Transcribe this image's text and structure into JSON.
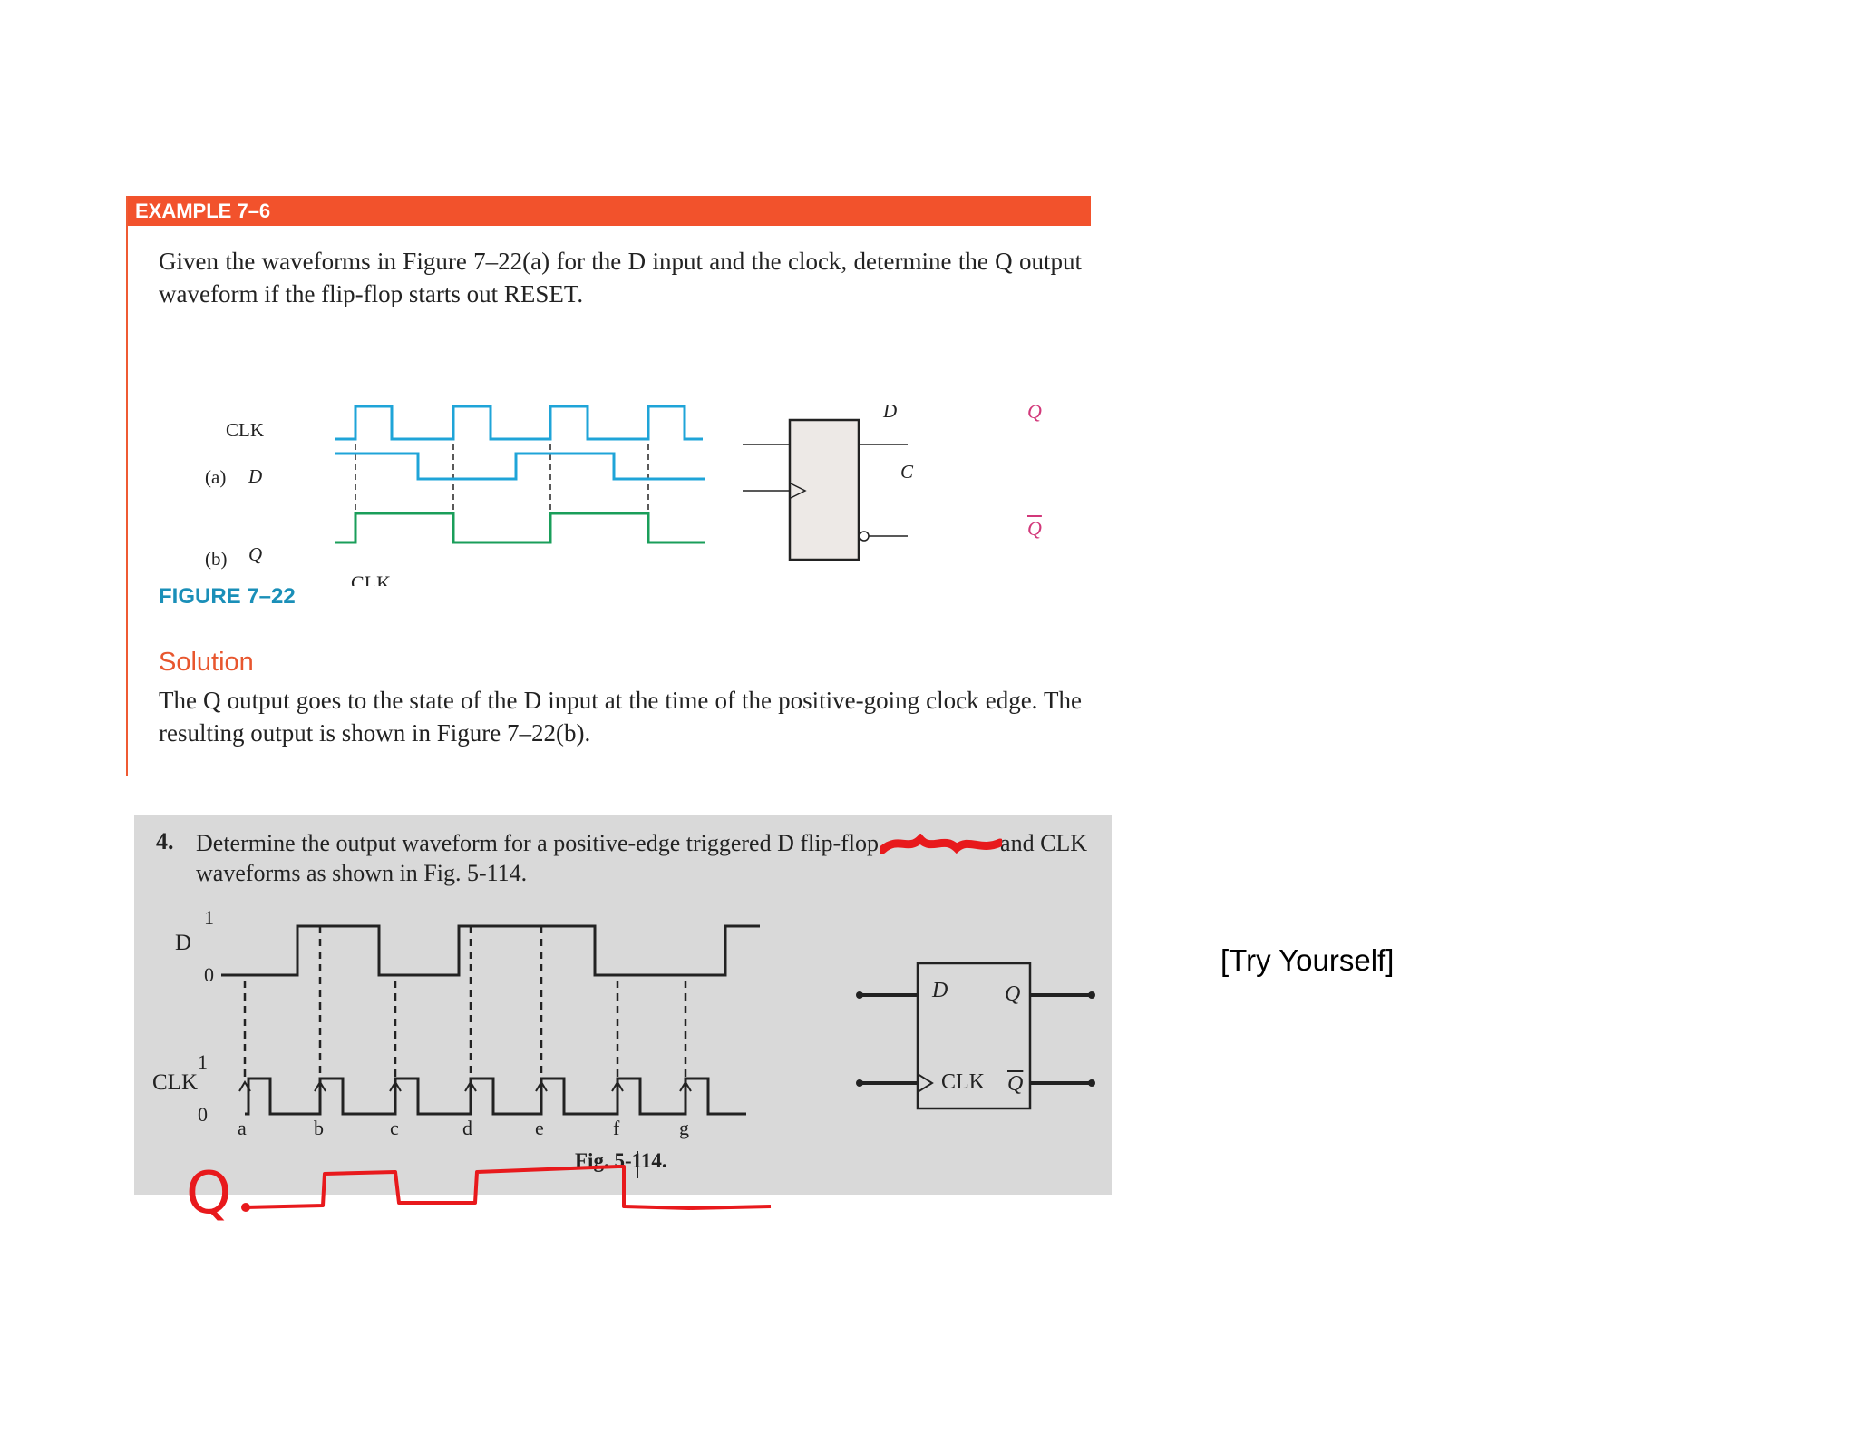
{
  "example": {
    "header": "EXAMPLE 7–6",
    "problem": "Given the waveforms in Figure 7–22(a) for the D input and the clock, determine the Q output waveform if the flip-flop starts out RESET.",
    "labels": {
      "clk": "CLK",
      "a": "(a)",
      "d": "D",
      "b": "(b)",
      "q": "Q"
    },
    "block": {
      "d": "D",
      "c": "C",
      "q": "Q",
      "qbar": "Q"
    },
    "figure_caption": "FIGURE 7–22",
    "solution_heading": "Solution",
    "solution_text": "The Q output goes to the state of the D input at the time of the positive-going clock edge. The resulting output is shown in Figure 7–22(b)."
  },
  "exercise": {
    "number": "4.",
    "text_line1": "Determine the output waveform for a positive-edge triggered D flip-flop",
    "text_line1_end": "and CLK",
    "text_line2": "waveforms as shown in Fig. 5-114.",
    "d_label": "D",
    "clk_label": "CLK",
    "level_one": "1",
    "level_zero": "0",
    "edges": [
      "a",
      "b",
      "c",
      "d",
      "e",
      "f",
      "g"
    ],
    "block": {
      "d": "D",
      "q": "Q",
      "clk": "CLK",
      "qbar": "Q"
    },
    "fig_label": "Fig. 5-114."
  },
  "handwritten_q": "Q",
  "try_yourself": "[Try Yourself]",
  "colors": {
    "header_orange": "#f2522c",
    "clock_blue": "#1fa4d8",
    "q_green": "#1a9e5a",
    "q_magenta": "#d2387a",
    "ink_red": "#e8191c",
    "panel_gray": "#d9d9d9"
  }
}
